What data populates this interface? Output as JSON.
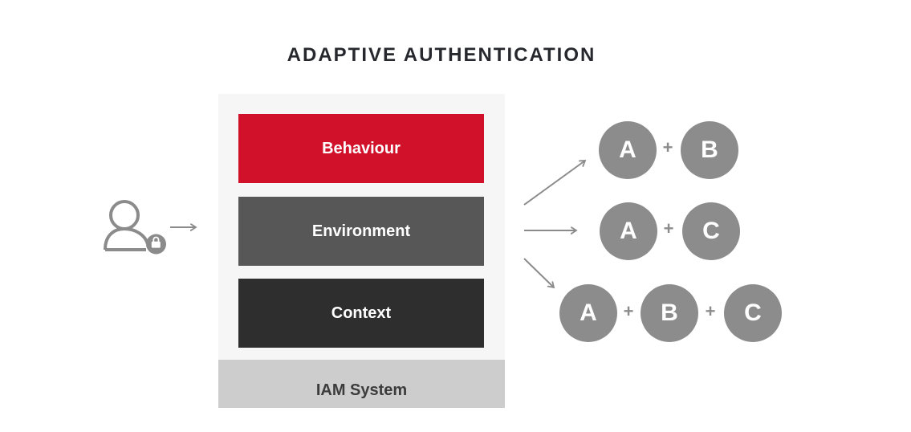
{
  "title": "ADAPTIVE AUTHENTICATION",
  "user": {
    "icon": "user-lock-icon",
    "arrow_icon": "arrow-right-icon"
  },
  "stack": {
    "layers": [
      {
        "label": "Behaviour",
        "color": "#d11129"
      },
      {
        "label": "Environment",
        "color": "#575757"
      },
      {
        "label": "Context",
        "color": "#2e2e2e"
      }
    ],
    "base_label": "IAM System",
    "base_color": "#cdcdcd",
    "panel_color": "#f6f6f6"
  },
  "combinations": {
    "plus_symbol": "+",
    "circle_color": "#8c8c8c",
    "arrow_icons": [
      "arrow-up-right-icon",
      "arrow-right-icon",
      "arrow-down-right-icon"
    ],
    "rows": [
      {
        "factors": [
          "A",
          "B"
        ]
      },
      {
        "factors": [
          "A",
          "C"
        ]
      },
      {
        "factors": [
          "A",
          "B",
          "C"
        ]
      }
    ]
  }
}
